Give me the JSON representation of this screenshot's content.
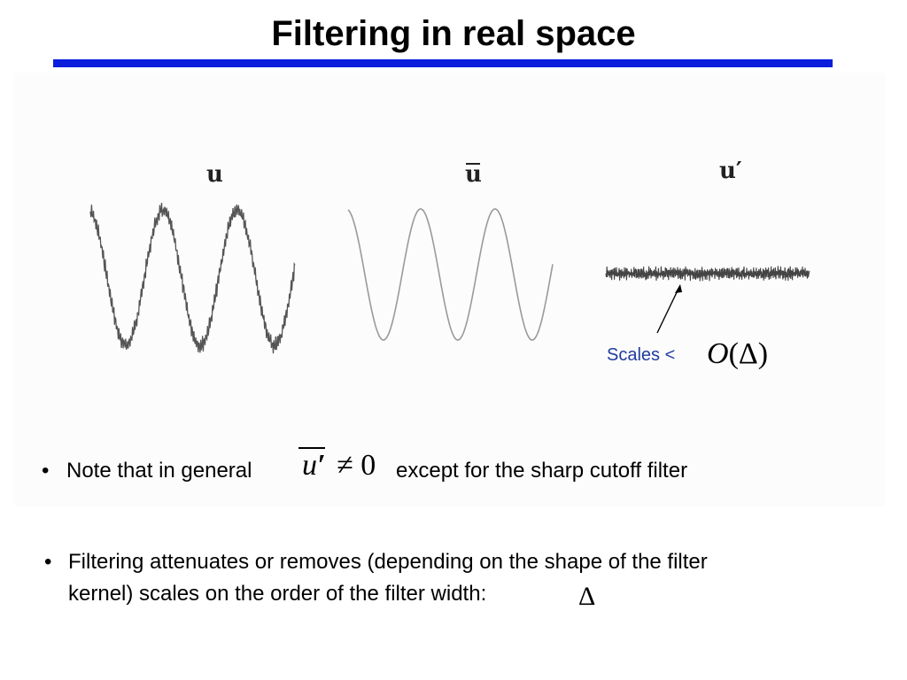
{
  "slide": {
    "title": "Filtering in real space"
  },
  "figure": {
    "labels": {
      "u": "u",
      "u_bar": "u",
      "u_prime": "u′"
    },
    "annotation": {
      "scales_text": "Scales <",
      "order_symbol": "O",
      "order_arg": "(Δ)"
    },
    "colors": {
      "wave_gray": "#8a8a8a",
      "noisy_dark": "#444444",
      "annotation_blue": "#1f3c9e"
    }
  },
  "bullets": [
    {
      "dot": "•",
      "before": "Note that in general",
      "math_var": "u",
      "math_prime": "′",
      "math_rel": "≠ 0",
      "after": "except for the sharp cutoff filter"
    },
    {
      "dot": "•",
      "line1": "Filtering attenuates or removes (depending on the shape of the filter",
      "line2": "kernel) scales on the order of the filter width:",
      "math_delta": "Δ"
    }
  ],
  "theme": {
    "title_rule_color": "#0a1edc"
  }
}
